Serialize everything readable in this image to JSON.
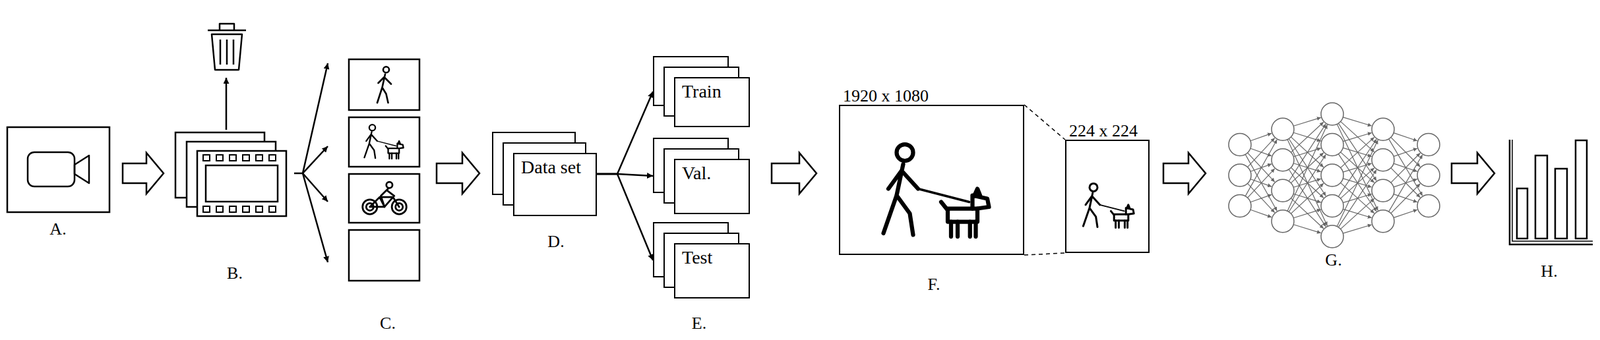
{
  "diagram": {
    "nodes": [
      {
        "text": [
          "Data set"
        ]
      },
      {
        "text": [
          "Train"
        ]
      },
      {
        "text": [
          "Val."
        ]
      },
      {
        "text": [
          "Test"
        ]
      },
      {
        "text": [
          "1920 x 1080"
        ]
      },
      {
        "text": [
          "224 x 224"
        ]
      }
    ],
    "edges": [
      {
        "from": 0,
        "to": 1,
        "arrow": "to"
      },
      {
        "from": 0,
        "to": 2,
        "arrow": "to"
      },
      {
        "from": 0,
        "to": 3,
        "arrow": "to"
      },
      {
        "from": 4,
        "to": 5,
        "arrow": "none"
      },
      {
        "from": 4,
        "to": 5,
        "arrow": "none"
      }
    ],
    "labels": [
      "A.",
      "B.",
      "C.",
      "D.",
      "E.",
      "F.",
      "G.",
      "H."
    ]
  }
}
